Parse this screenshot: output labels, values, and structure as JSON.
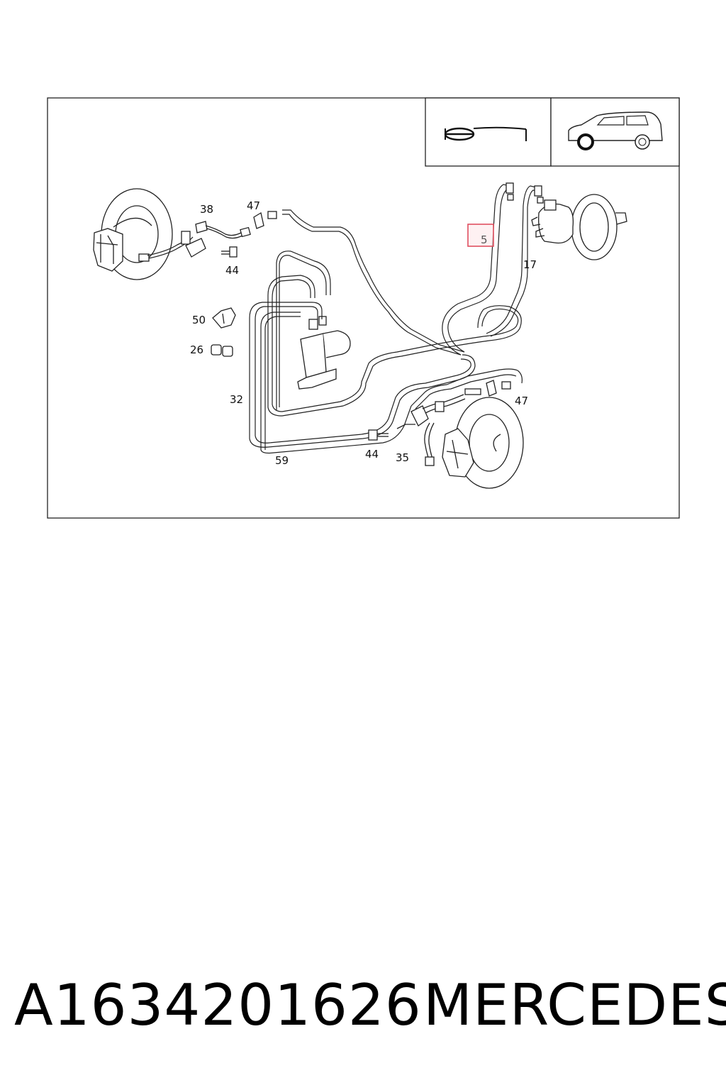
{
  "callouts": {
    "c38": "38",
    "c47_top": "47",
    "c44_top": "44",
    "c50": "50",
    "c26": "26",
    "c32": "32",
    "c59": "59",
    "c5": "5",
    "c17": "17",
    "c47_bottom": "47",
    "c44_bottom": "44",
    "c35": "35"
  },
  "footer": {
    "part_number": "A1634201626",
    "brand": "MERCEDES"
  },
  "colors": {
    "line": "#222222",
    "highlight_box": "#e05060",
    "highlight_fill": "#fde8ea"
  }
}
